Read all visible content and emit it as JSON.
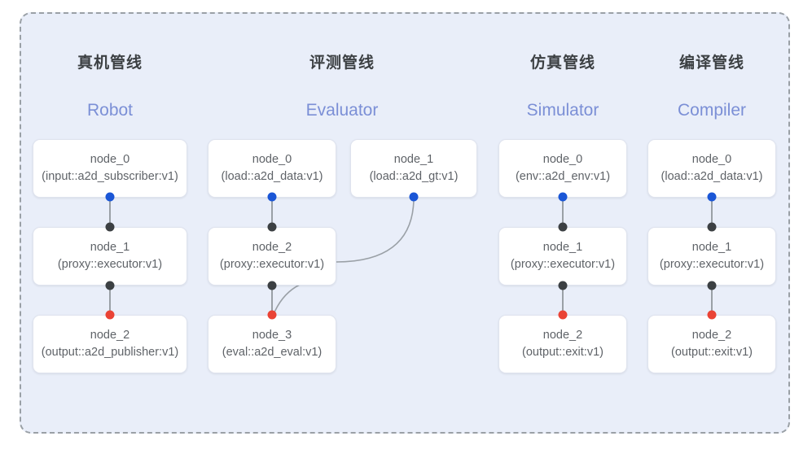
{
  "panel": {
    "background_color": "#e9eef9",
    "border_color": "#9aa0a6",
    "border_style": "dashed"
  },
  "colors": {
    "title_cn": "#3c4043",
    "title_en": "#7b8fd6",
    "node_text": "#5f6368",
    "dot_input": "#1a56d6",
    "dot_mid": "#3c4043",
    "dot_output": "#ea4335",
    "edge": "#9aa0a6",
    "node_bg": "#ffffff"
  },
  "columns": [
    {
      "id": "robot",
      "title_cn": "真机管线",
      "title_en": "Robot",
      "nodes": [
        {
          "name": "node_0",
          "type": "(input::a2d_subscriber:v1)"
        },
        {
          "name": "node_1",
          "type": "(proxy::executor:v1)"
        },
        {
          "name": "node_2",
          "type": "(output::a2d_publisher:v1)"
        }
      ]
    },
    {
      "id": "evaluator",
      "title_cn": "评测管线",
      "title_en": "Evaluator",
      "nodes": [
        {
          "name": "node_0",
          "type": "(load::a2d_data:v1)"
        },
        {
          "name": "node_1",
          "type": "(load::a2d_gt:v1)"
        },
        {
          "name": "node_2",
          "type": "(proxy::executor:v1)"
        },
        {
          "name": "node_3",
          "type": "(eval::a2d_eval:v1)"
        }
      ]
    },
    {
      "id": "simulator",
      "title_cn": "仿真管线",
      "title_en": "Simulator",
      "nodes": [
        {
          "name": "node_0",
          "type": "(env::a2d_env:v1)"
        },
        {
          "name": "node_1",
          "type": "(proxy::executor:v1)"
        },
        {
          "name": "node_2",
          "type": "(output::exit:v1)"
        }
      ]
    },
    {
      "id": "compiler",
      "title_cn": "编译管线",
      "title_en": "Compiler",
      "nodes": [
        {
          "name": "node_0",
          "type": "(load::a2d_data:v1)"
        },
        {
          "name": "node_1",
          "type": "(proxy::executor:v1)"
        },
        {
          "name": "node_2",
          "type": "(output::exit:v1)"
        }
      ]
    }
  ]
}
